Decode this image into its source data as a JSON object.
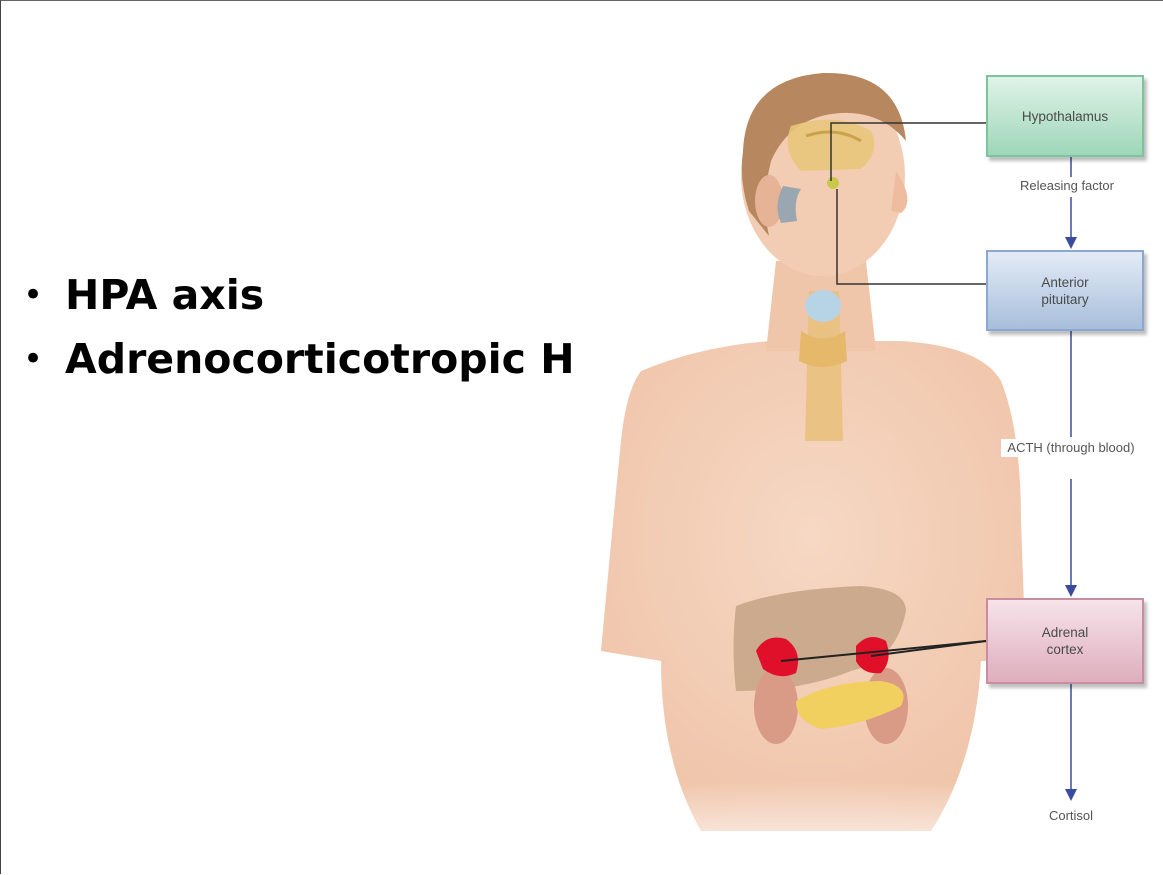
{
  "bullets": [
    "HPA axis",
    "Adrenocorticotropic H"
  ],
  "diagram": {
    "hypothalamus": "Hypothalamus",
    "releasing_factor": "Releasing factor",
    "anterior_pituitary": "Anterior pituitary",
    "acth": "ACTH (through blood)",
    "adrenal_cortex": "Adrenal cortex",
    "cortisol": "Cortisol"
  },
  "colors": {
    "hypothalamus_box": "#a9dcc0",
    "pituitary_box": "#b3c6e0",
    "adrenal_box": "#e3b7c5",
    "arrow": "#3a4aa0",
    "skin": "#f3cdb4",
    "adrenal_gland": "#e0102a"
  }
}
